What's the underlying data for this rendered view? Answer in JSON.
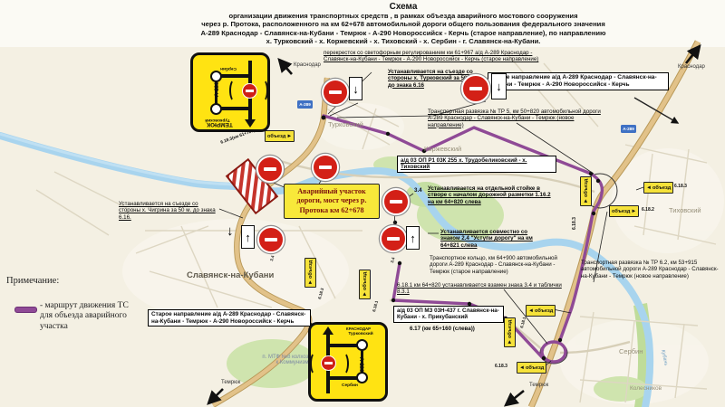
{
  "title": {
    "l1": "Схема",
    "l2": "организации движения транспортных средств , в рамках объезда аварийного мостового сооружения",
    "l3": "через р. Протока, расположенного на км 62+678 автомобильной дороги общего пользования федерального значения",
    "l4": "А-289 Краснодар - Славянск-на-Кубани - Темрюк - А-290 Новороссийск - Керчь (старое направление), по направлению",
    "l5": "х. Турковский - х. Коржевский - х. Тиховский - х. Сербин - г. Славянск-на-Кубани."
  },
  "legend": {
    "heading": "Примечание:",
    "route_label": "- маршрут движения ТС для объезда аварийного участка"
  },
  "annotations": {
    "crossing": "перекресток со светофорным регулированием км 61+967 а/д А-289 Краснодар - Славянск-на-Кубани - Темрюк - А-290 Новороссийск - Керчь (старое направление)",
    "turkovsky_exit": "Устанавливается на съезде со стороны х. Турковский за 50 м. до знака 6.16",
    "new_direction": "Новое направление а/д А-289 Краснодар - Славянск-на-Кубани - Темрюк - А-290 Новороссийск - Керчь",
    "tr5": "Транспортная развязка № ТР 5, км 50+820 автомобильной дороги А-289 Краснодар - Славянск-на-Кубани - Темрюк (новое направление)",
    "road_255": "а/д 03 ОП Р1 03К 255 х. Трудобеликовский - х. Тиховский",
    "sign34_lead": "3.4",
    "sign34": "Устанавливается на отдельной стойке в створе с началом дорожной разметки 1.16.2 на км 64+820 слева",
    "sign24": "Устанавливается совместно со знаком 2.4 \"Уступи дорогу\" на км 64+821 слева",
    "ring": "Транспортное кольцо, км 64+900 автомобильной дороги А-289 Краснодар - Славянск-на-Кубани - Темрюк (старое направление)",
    "sign6181": "6.18.1  км 64+820 устанавливается взамен знака 3.4 и таблички 8.3.1",
    "tr62": "Транспортная развязка № ТР 6.2, км 53+915 автомобильной дороги А-289 Краснодар - Славянск-на-Кубани - Темрюк (новое направление)",
    "chigrina_exit": "Устанавливается на съезде со стороны х. Чигрина за 50 м. до знака 6.16.",
    "old_direction": "Старое направление а/д А-289 Краснодар - Славянск-на-Кубани - Темрюк - А-290 Новороссийск - Керчь",
    "road_437": "а/д 03 ОП МЗ 03Н-437 г. Славянск-на-Кубани - х. Прикубанский",
    "sign617": "6.17 (км 65+160 (слева))",
    "hazard": "Аварийный участок дороги, мост через р. Протока км 62+678"
  },
  "places": {
    "turkovsky": "Турковский",
    "korzhevsky": "Коржевский",
    "tikhovsky": "Тиховский",
    "serbin": "Сербин",
    "kolesnikov": "Колесников",
    "slavyansk": "Славянск-на-Кубани",
    "krasnodar_left": "Краснодар",
    "krasnodar_right": "Краснодар",
    "temryuk_left": "Темрюк",
    "temryuk_right": "Темрюк",
    "mtf": "п. МТФ №8 колхоза Путь к Коммунизму",
    "kuban_river": "Кубань"
  },
  "detour_sign": {
    "top_dest": "ТЕМРЮК",
    "bottom_dest": "КРАСНОДАР",
    "waypoint1": "Турковский",
    "waypoint2": "Сербин",
    "road": "А-289"
  },
  "chips": {
    "obezd": "объезд",
    "shield": "А-289"
  },
  "labels": {
    "l6183_km": "6.18.3(км 61+780)",
    "l6183": "6.18.3",
    "l6182": "6.18.2",
    "l6181": "6.18.1",
    "l34": "3.4"
  },
  "icons": {
    "left": "◄",
    "right": "►",
    "up": "↑",
    "down": "↓",
    "big_down": "↓"
  },
  "colors": {
    "route_purple": "#8f4a96",
    "road_tan": "#e2c289",
    "river_blue": "#a8d4ee",
    "sign_yellow": "#ffe312",
    "no_entry_red": "#d32017",
    "hazard_box": "#f8e83a"
  }
}
